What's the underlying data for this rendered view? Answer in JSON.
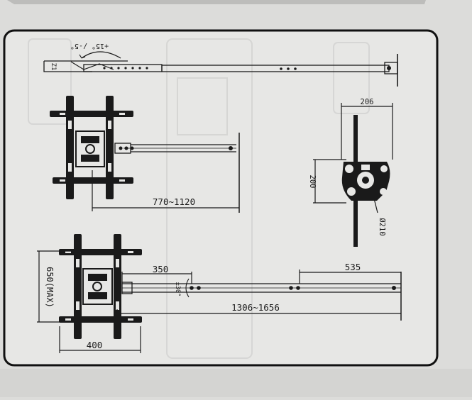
{
  "top_view": {
    "tilt_label": "+15° /-5°",
    "end_label": "Z1"
  },
  "front_view": {
    "extension_label": "770~1120"
  },
  "side_view": {
    "plate_width_label": "206",
    "plate_height_label": "200",
    "tube_diameter_label": "Ø210"
  },
  "bottom_view": {
    "arm_offset_label": "350",
    "tilt_angle_label": "±30°",
    "pole_section_label": "535",
    "total_extension_label": "1306~1656",
    "mount_height_label": "650(MAX)",
    "mount_width_label": "400"
  },
  "colors": {
    "paper": "#e7e7e5",
    "ink": "#1a1a1a",
    "backdrop": "#dcdcda",
    "faint": "#c8c8c6"
  }
}
